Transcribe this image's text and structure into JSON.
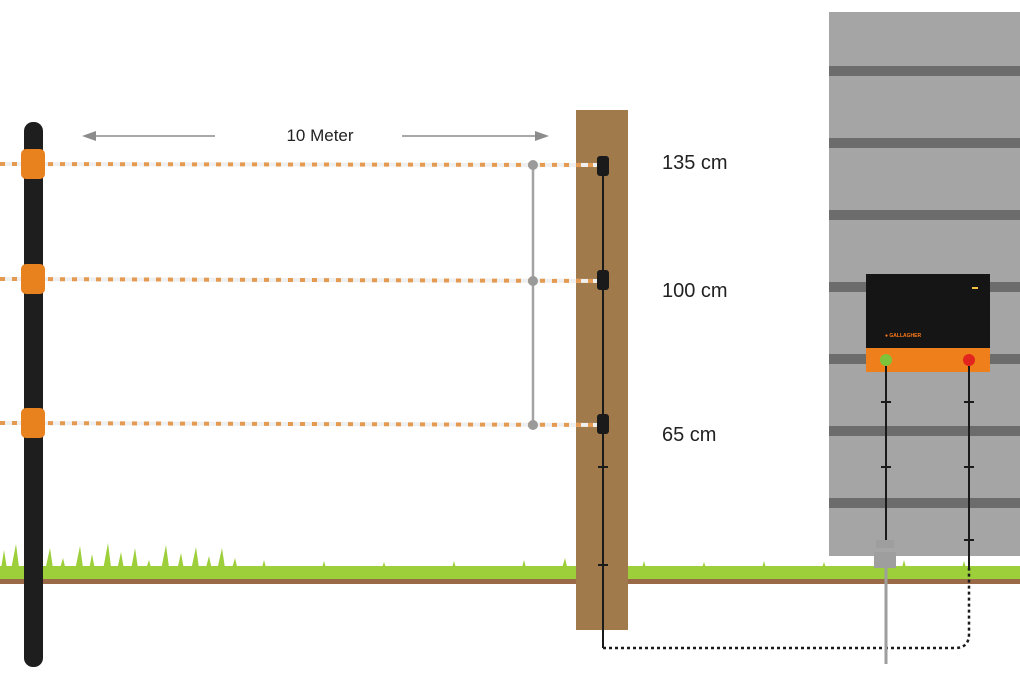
{
  "diagram": {
    "distance_label": "10 Meter",
    "wire_heights": [
      "135 cm",
      "100 cm",
      "65 cm"
    ]
  },
  "colors": {
    "post_dark": "#1e1e1e",
    "insulator": "#e8821f",
    "wooden_post": "#a17a4c",
    "grass": "#9ccf3a",
    "soil": "#9a6a48",
    "wall": "#a5a5a5",
    "wall_stripe": "#6c6c6c",
    "energizer_body": "#151515",
    "energizer_panel": "#ef7f1a",
    "terminal_green": "#7fc33a",
    "terminal_red": "#e3261d",
    "wire_white": "#efefef",
    "wire_orange": "#e59a52"
  }
}
